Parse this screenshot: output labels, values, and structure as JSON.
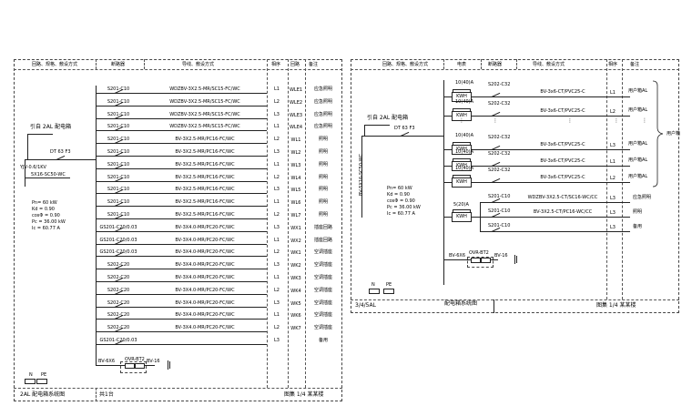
{
  "left": {
    "headers": [
      "回路、规格、敷设方式",
      "断路器",
      "导线、敷设方式",
      "相序",
      "回路",
      "备注"
    ],
    "source": "引自 2AL 配电箱",
    "main_breaker": "DT 63 F3",
    "cable_1": "YJV-0.6/1KV",
    "cable_2": "5X16-SC50-WC",
    "params": [
      "Pn= 60 kW",
      "Kd = 0.90",
      "cosΦ = 0.90",
      "Pc = 36.00 kW",
      "Ic = 60.77 A"
    ],
    "rows": [
      {
        "breaker": "S201-C10",
        "cable": "WDZBV-3X2.5-MR/SC15-FC/WC",
        "phase": "L1",
        "circuit": "WLE1",
        "use": "应急照明"
      },
      {
        "breaker": "S201-C10",
        "cable": "WDZBV-3X2.5-MR/SC15-FC/WC",
        "phase": "L2",
        "circuit": "WLE2",
        "use": "应急照明"
      },
      {
        "breaker": "S201-C10",
        "cable": "WDZBV-3X2.5-MR/SC15-FC/WC",
        "phase": "L3",
        "circuit": "WLE3",
        "use": "应急照明"
      },
      {
        "breaker": "S201-C10",
        "cable": "WDZBV-3X2.5-MR/SC15-FC/WC",
        "phase": "L1",
        "circuit": "WLE4",
        "use": "应急照明"
      },
      {
        "breaker": "S201-C10",
        "cable": "BV-3X2.5-MR/PC16-FC/WC",
        "phase": "L2",
        "circuit": "WL1",
        "use": "照明"
      },
      {
        "breaker": "S201-C10",
        "cable": "BV-3X2.5-MR/PC16-FC/WC",
        "phase": "L3",
        "circuit": "WL2",
        "use": "照明"
      },
      {
        "breaker": "S201-C10",
        "cable": "BV-3X2.5-MR/PC16-FC/WC",
        "phase": "L1",
        "circuit": "WL3",
        "use": "照明"
      },
      {
        "breaker": "S201-C10",
        "cable": "BV-3X2.5-MR/PC16-FC/WC",
        "phase": "L2",
        "circuit": "WL4",
        "use": "照明"
      },
      {
        "breaker": "S201-C10",
        "cable": "BV-3X2.5-MR/PC16-FC/WC",
        "phase": "L3",
        "circuit": "WL5",
        "use": "照明"
      },
      {
        "breaker": "S201-C10",
        "cable": "BV-3X2.5-MR/PC16-FC/WC",
        "phase": "L1",
        "circuit": "WL6",
        "use": "照明"
      },
      {
        "breaker": "S201-C10",
        "cable": "BV-3X2.5-MR/PC16-FC/WC",
        "phase": "L2",
        "circuit": "WL7",
        "use": "照明"
      },
      {
        "breaker": "GS201-C20/0.03",
        "cable": "BV-3X4.0-MR/PC20-FC/WC",
        "phase": "L3",
        "circuit": "WX1",
        "use": "插座回路"
      },
      {
        "breaker": "GS201-C20/0.03",
        "cable": "BV-3X4.0-MR/PC20-FC/WC",
        "phase": "L1",
        "circuit": "WX2",
        "use": "插座回路"
      },
      {
        "breaker": "GS201-C20/0.03",
        "cable": "BV-3X4.0-MR/PC20-FC/WC",
        "phase": "L2",
        "circuit": "WK1",
        "use": "空调插座"
      },
      {
        "breaker": "S202-C20",
        "cable": "BV-3X4.0-MR/PC20-FC/WC",
        "phase": "L3",
        "circuit": "WK2",
        "use": "空调插座"
      },
      {
        "breaker": "S202-C20",
        "cable": "BV-3X4.0-MR/PC20-FC/WC",
        "phase": "L1",
        "circuit": "WK3",
        "use": "空调插座"
      },
      {
        "breaker": "S202-C20",
        "cable": "BV-3X4.0-MR/PC20-FC/WC",
        "phase": "L2",
        "circuit": "WK4",
        "use": "空调插座"
      },
      {
        "breaker": "S202-C20",
        "cable": "BV-3X4.0-MR/PC20-FC/WC",
        "phase": "L3",
        "circuit": "WK5",
        "use": "空调插座"
      },
      {
        "breaker": "S202-C20",
        "cable": "BV-3X4.0-MR/PC20-FC/WC",
        "phase": "L1",
        "circuit": "WK6",
        "use": "空调插座"
      },
      {
        "breaker": "S202-C20",
        "cable": "BV-3X4.0-MR/PC20-FC/WC",
        "phase": "L2",
        "circuit": "WK7",
        "use": "空调插座"
      },
      {
        "breaker": "GS201-C20/0.03",
        "cable": "",
        "phase": "L3",
        "circuit": "",
        "use": "备用"
      }
    ],
    "spd": "OVR-BT2",
    "ground_wire_1": "BV-6X6",
    "ground_wire_2": "BV-16",
    "n_label": "N",
    "pe_label": "PE",
    "title": "2AL  配电箱系统图",
    "count": "共1台",
    "sheet": "图集 1/4  某某楼"
  },
  "right": {
    "headers": [
      "回路、规格、敷设方式",
      "电表",
      "断路器",
      "导线、敷设方式",
      "相序",
      "备注"
    ],
    "source": "引自 2AL 配电箱",
    "main_breaker": "DT 63 F3",
    "cable": "BV-5X16-SC50-WC",
    "params": [
      "Pn= 60 kW",
      "Kd = 0.90",
      "cosΦ = 0.90",
      "Pc = 36.00 kW",
      "Ic = 60.77 A"
    ],
    "meter_label": "KWH",
    "rows": [
      {
        "meter": "10(40)A",
        "breaker": "S202-C32",
        "cable": "BV-3x6-CT/PVC25-C",
        "phase": "L1",
        "use": "用户箱AL"
      },
      {
        "meter": "10(40)A",
        "breaker": "S202-C32",
        "cable": "BV-3x6-CT/PVC25-C",
        "phase": "L2",
        "use": "用户箱AL"
      },
      {
        "meter": "10(40)A",
        "breaker": "S202-C32",
        "cable": "BV-3x6-CT/PVC25-C",
        "phase": "L3",
        "use": "用户箱AL"
      },
      {
        "meter": "10(40)A",
        "breaker": "S202-C32",
        "cable": "BV-3x6-CT/PVC25-C",
        "phase": "L1",
        "use": "用户箱AL"
      },
      {
        "meter": "10(40)A",
        "breaker": "S202-C32",
        "cable": "BV-3x6-CT/PVC25-C",
        "phase": "L2",
        "use": "用户箱AL"
      }
    ],
    "ellipsis": "⋮",
    "sub_meter": "5(20)A",
    "sub_rows": [
      {
        "breaker": "S201-C10",
        "cable": "WDZBV-3X2.5-CT/SC16-WC/CC",
        "phase": "L3",
        "use": "应急照明"
      },
      {
        "breaker": "S201-C10",
        "cable": "BV-3X2.5-CT/PC16-WC/CC",
        "phase": "L3",
        "use": "照明"
      },
      {
        "breaker": "S201-C10",
        "cable": "",
        "phase": "L3",
        "use": "备用"
      }
    ],
    "brace_label": "用户箱",
    "spd": "OVR-BT2",
    "ground_wire_1": "BV-6X6",
    "ground_wire_2": "BV-16",
    "n_label": "N",
    "pe_label": "PE",
    "title": "3/4/5AL",
    "drawing_name": "配电箱系统图",
    "sheet": "图集 1/4  某某楼"
  }
}
